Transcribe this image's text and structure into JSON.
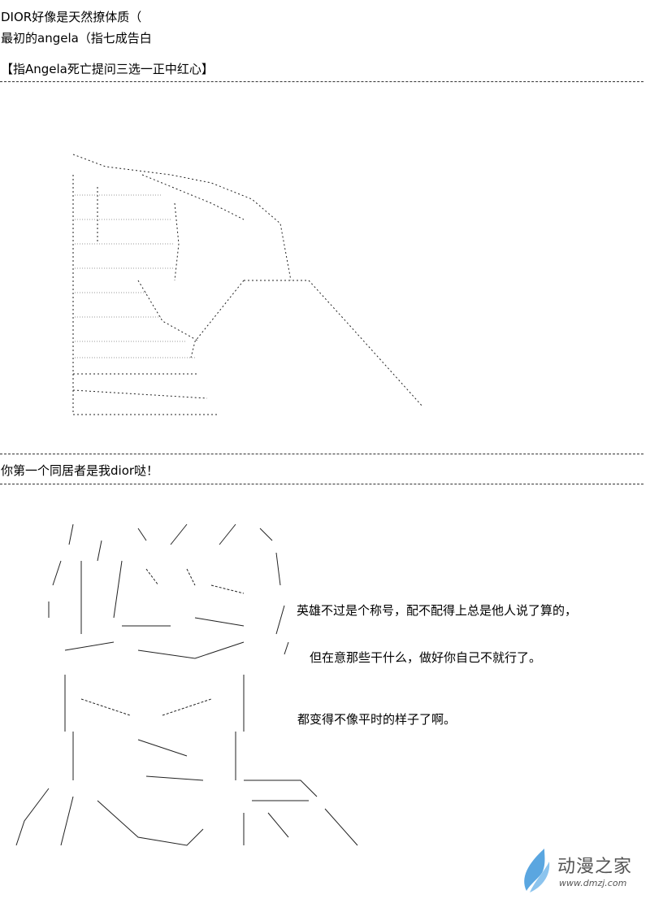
{
  "intro": {
    "line1": "DIOR好像是天然撩体质（",
    "line2": "最初的angela（指七成告白",
    "line3": "【指Angela死亡提问三选一正中红心】"
  },
  "section2": {
    "caption": "你第一个同居者是我dior哒！"
  },
  "speech": [
    "英雄不过是个称号，配不配得上总是他人说了算的，",
    "但在意那些干什么，做好你自己不就行了。",
    "都变得不像平时的样子了啊。"
  ],
  "watermark": {
    "name": "动漫之家",
    "url": "www.dmzj.com",
    "color": "#5aa6e0"
  }
}
